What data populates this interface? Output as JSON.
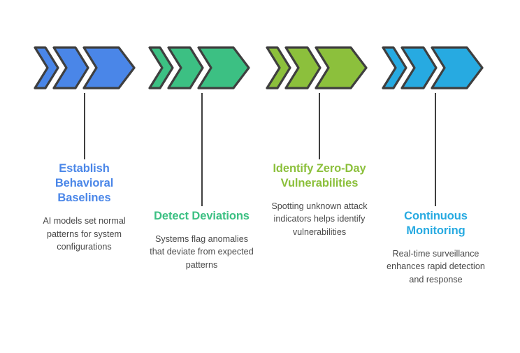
{
  "infographic": {
    "title_text": "",
    "background_color": "#ffffff",
    "body_text_color": "#4a4a4a",
    "outline_color": "#3f3f3f",
    "connector_color": "#3f3f3f",
    "steps": [
      {
        "index": "1",
        "title": "Establish Behavioral Baselines",
        "body": "AI models set normal patterns for system configurations",
        "color": "#4a86e8",
        "icon": "triple-chevron-icon"
      },
      {
        "index": "2",
        "title": "Detect Deviations",
        "body": "Systems flag anomalies that deviate from expected patterns",
        "color": "#3cc083",
        "icon": "triple-chevron-icon"
      },
      {
        "index": "3",
        "title": "Identify Zero-Day Vulnerabilities",
        "body": "Spotting unknown attack indicators helps identify vulnerabilities",
        "color": "#8cc03c",
        "icon": "triple-chevron-icon"
      },
      {
        "index": "4",
        "title": "Continuous Monitoring",
        "body": "Real-time surveillance enhances rapid detection and response",
        "color": "#27aae1",
        "icon": "triple-chevron-icon"
      }
    ]
  }
}
